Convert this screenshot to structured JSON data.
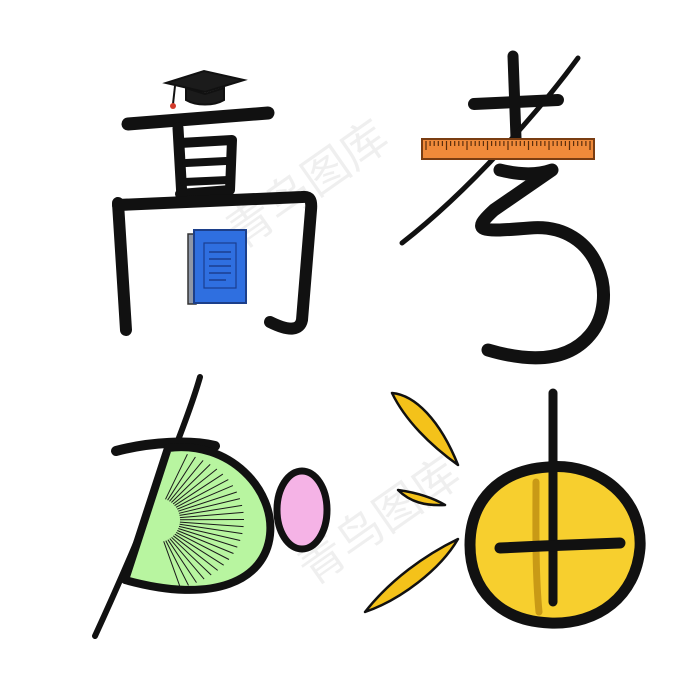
{
  "artwork": {
    "characters": [
      "高",
      "考",
      "加",
      "油"
    ],
    "watermark": "青鸟图库"
  },
  "colors": {
    "stroke": "#111111",
    "background": "#ffffff",
    "book_blue": "#2f6fe0",
    "ruler_orange": "#f08a3a",
    "protractor_green": "#b8f5a0",
    "eraser_pink": "#f5b3e6",
    "drop_yellow": "#f4c21a",
    "coin_yellow": "#f7cf2e"
  },
  "icons": [
    "graduation-cap-icon",
    "book-icon",
    "ruler-icon",
    "protractor-icon",
    "eraser-icon",
    "oil-drop-icon",
    "coin-icon"
  ]
}
